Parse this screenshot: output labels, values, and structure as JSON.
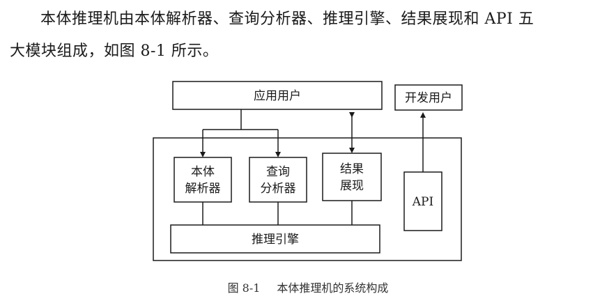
{
  "paragraph": {
    "line1": "本体推理机由本体解析器、查询分析器、推理引擎、结果展现和 API 五",
    "line2": "大模块组成，如图 8-1 所示。"
  },
  "diagram": {
    "app_user": "应用用户",
    "dev_user": "开发用户",
    "parser_line1": "本体",
    "parser_line2": "解析器",
    "query_line1": "查询",
    "query_line2": "分析器",
    "result_line1": "结果",
    "result_line2": "展现",
    "api": "API",
    "engine": "推理引擎"
  },
  "caption": {
    "number": "图 8-1",
    "title": "本体推理机的系统构成"
  }
}
